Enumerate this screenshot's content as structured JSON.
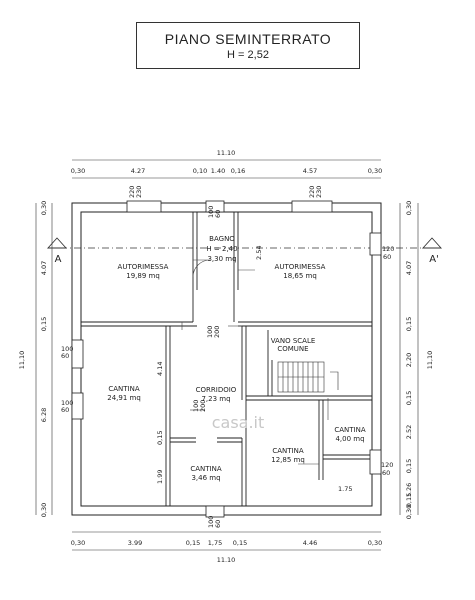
{
  "title": {
    "line1": "PIANO SEMINTERRATO",
    "line2": "H = 2,52"
  },
  "section_marker": {
    "left": "A",
    "right": "A'"
  },
  "rooms": [
    {
      "name": "AUTORIMESSA",
      "area": "19,89 mq"
    },
    {
      "name": "BAGNO",
      "sub": "H = 2,40",
      "area": "3,30 mq"
    },
    {
      "name": "AUTORIMESSA",
      "area": "18,65 mq"
    },
    {
      "name": "VANO SCALE",
      "sub": "COMUNE"
    },
    {
      "name": "CANTINA",
      "area": "24,91 mq"
    },
    {
      "name": "CORRIDOIO",
      "area": "7,23 mq"
    },
    {
      "name": "CANTINA",
      "area": "4,00 mq"
    },
    {
      "name": "CANTINA",
      "area": "12,85 mq"
    },
    {
      "name": "CANTINA",
      "area": "3,46 mq"
    }
  ],
  "dims": {
    "top_total": "11.10",
    "top_row": [
      "0,30",
      "4.27",
      "0,10",
      "1.40",
      "0,16",
      "4.57",
      "0,30"
    ],
    "bottom_row": [
      "0,30",
      "3.99",
      "0,15",
      "1,75",
      "0,15",
      "4.46",
      "0,30"
    ],
    "bottom_total": "11.10",
    "left_total": "11,10",
    "left_col": [
      "0,30",
      "4.07",
      "0,15",
      "6.28",
      "0,30"
    ],
    "right_total": "11,10",
    "right_col": [
      "0,30",
      "4.07",
      "0,15",
      "2,20",
      "0,15",
      "2.52",
      "0,15",
      "1.26",
      "0,15",
      "0,30"
    ],
    "openings": [
      "220",
      "230",
      "100",
      "60",
      "220",
      "230",
      "120",
      "60",
      "2.54",
      "100",
      "200",
      "100",
      "60",
      "100",
      "60",
      "4.14",
      "0,15",
      "1.99",
      "100",
      "200",
      "120",
      "60",
      "1.75",
      "100",
      "60"
    ]
  },
  "watermark": "casa.it"
}
